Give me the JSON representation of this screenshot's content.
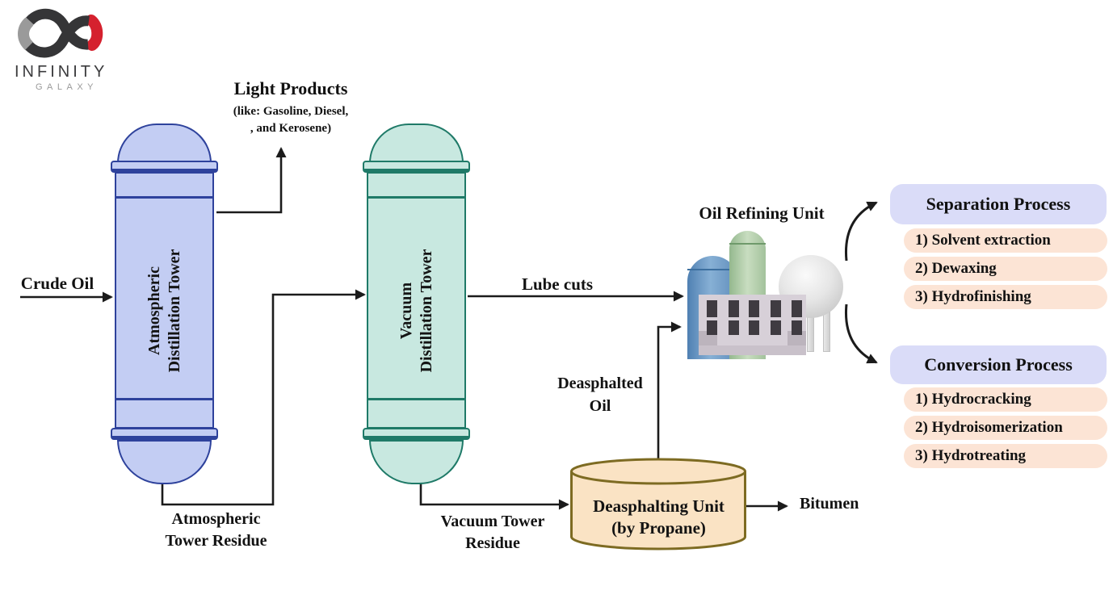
{
  "logo": {
    "brand": "INFINITY",
    "sub": "GALAXY"
  },
  "flows": {
    "crude_oil": "Crude Oil",
    "light_products_title": "Light Products",
    "light_products_sub1": "(like: Gasoline, Diesel,",
    "light_products_sub2": ", and Kerosene)",
    "atmospheric_residue_line1": "Atmospheric",
    "atmospheric_residue_line2": "Tower Residue",
    "lube_cuts": "Lube cuts",
    "vacuum_residue_line1": "Vacuum Tower",
    "vacuum_residue_line2": "Residue",
    "deasphalted_oil_line1": "Deasphalted",
    "deasphalted_oil_line2": "Oil",
    "bitumen": "Bitumen"
  },
  "units": {
    "atmospheric_tower": {
      "line1": "Atmospheric",
      "line2": "Distillation Tower"
    },
    "vacuum_tower": {
      "line1": "Vacuum",
      "line2": "Distillation Tower"
    },
    "deasphalting_unit": {
      "line1": "Deasphalting Unit",
      "line2": "(by Propane)"
    },
    "oil_refining_unit": {
      "title": "Oil Refining Unit"
    }
  },
  "separation_process": {
    "title": "Separation Process",
    "items": [
      "1) Solvent extraction",
      "2) Dewaxing",
      "3) Hydrofinishing"
    ]
  },
  "conversion_process": {
    "title": "Conversion Process",
    "items": [
      "1) Hydrocracking",
      "2) Hydroisomerization",
      "3) Hydrotreating"
    ]
  },
  "colors": {
    "atm_fill": "#c3cdf3",
    "atm_border": "#2e429c",
    "vac_fill": "#c8e8e0",
    "vac_border": "#1f7a68",
    "cyl_fill": "#fae3c4",
    "cyl_border": "#7d6b22",
    "header_bg": "#dadcf8",
    "item_bg": "#fce4d5",
    "line": "#1b1b1b",
    "text": "#121212",
    "logo_red": "#d5212e",
    "logo_gray": "#9a9a9a",
    "logo_dark": "#353537"
  }
}
